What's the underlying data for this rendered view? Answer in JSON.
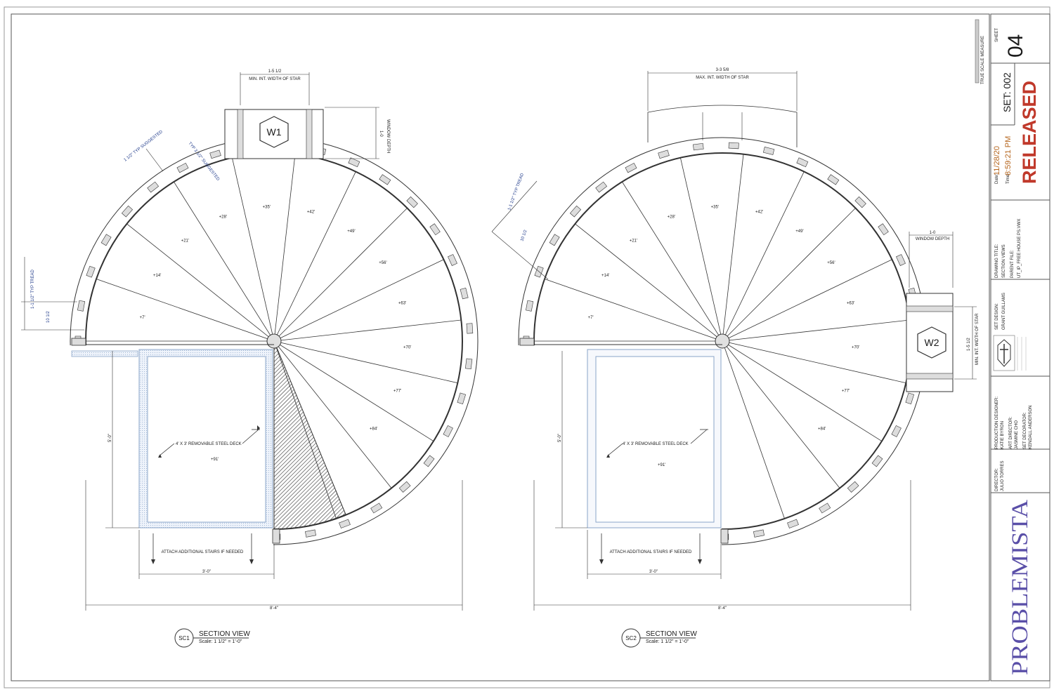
{
  "views": [
    {
      "id": "SC1",
      "tag": "SC1",
      "title": "SECTION VIEW",
      "scale": "Scale: 1 1/2\" = 1'-0\"",
      "window": "W1",
      "top_dim_value": "1-5 1/2",
      "top_dim_text": "MIN. INT. WIDTH OF STAR",
      "window_depth_value": "1-0",
      "window_depth_text": "WINDOW DEPTH",
      "typ_suggested_a": "1 1/2\" TYP SUGGESTED",
      "typ_suggested_b": "TYP 3 1/2\" SUGGESTED",
      "tread_dim_a": "1-1 1/2\" TYP TREAD",
      "tread_dim_b": "10 1/2",
      "deck_height": "5'-0\"",
      "deck_width": "3'-0\"",
      "overall_width": "8'-4\"",
      "deck_label": "4' X 3' REMOVABLE STEEL DECK",
      "deck_elev": "+91'",
      "attach_note": "ATTACH ADDITIONAL STAIRS IF NEEDED",
      "treads": [
        "+7'",
        "+14'",
        "+21'",
        "+28'",
        "+35'",
        "+42'",
        "+49'",
        "+56'",
        "+63'",
        "+70'",
        "+77'",
        "+84'"
      ]
    },
    {
      "id": "SC2",
      "tag": "SC2",
      "title": "SECTION VIEW",
      "scale": "Scale: 1 1/2\" = 1'-0\"",
      "window": "W2",
      "top_dim_value": "3-3 5/8",
      "top_dim_text": "MAX. INT. WIDTH OF STAR",
      "window_depth_value": "1-0",
      "window_depth_text": "WINDOW DEPTH",
      "side_dim_value": "1-5 1/2",
      "side_dim_text": "MIN. INT. WIDTH OF STAR",
      "tread_dim_a": "1-1 1/2\" TYP TREAD",
      "tread_dim_b": "10 1/2",
      "deck_height": "5'-0\"",
      "deck_width": "3'-0\"",
      "overall_width": "8'-4\"",
      "deck_label": "4' X 3' REMOVABLE STEEL DECK",
      "deck_elev": "+91'",
      "attach_note": "ATTACH ADDITIONAL STAIRS IF NEEDED",
      "treads": [
        "+7'",
        "+14'",
        "+21'",
        "+28'",
        "+35'",
        "+42'",
        "+49'",
        "+56'",
        "+63'",
        "+70'",
        "+77'",
        "+84'"
      ]
    }
  ],
  "title_block": {
    "scale_measure": "TRUE SCALE MEASURE",
    "sheet_label": "SHEET",
    "sheet_number": "04",
    "set_label": "SET: 002",
    "status": "RELEASED",
    "date_label": "Date:",
    "date_value": "11/28/20",
    "time_label": "Time:",
    "time_value": "8:59:21 PM",
    "drawing_title_label": "DRAWING TITLE:",
    "drawing_title_value": "SECTION VIEWS",
    "parent_file_label": "PARENT FILE:",
    "parent_file_value": "UT_IP_FREE HOUSE PS.VWX",
    "set_design_label": "SET DESIGN:",
    "set_design_value": "GRANT GUILLAMS",
    "production_designer_label": "PRODUCTION DESIGNER:",
    "production_designer_value": "KATIE BYRON",
    "art_director_label": "ART DIRECTOR:",
    "art_director_value": "JASMINE CHO",
    "set_decorator_label": "SET DECORATOR:",
    "set_decorator_value": "KENDALL ANDERSON",
    "director_label": "DIRECTOR:",
    "director_value": "JULIO TORRES",
    "logo": "PROBLEMISTA",
    "status_color": "#c0392b",
    "date_color": "#b5651d"
  }
}
